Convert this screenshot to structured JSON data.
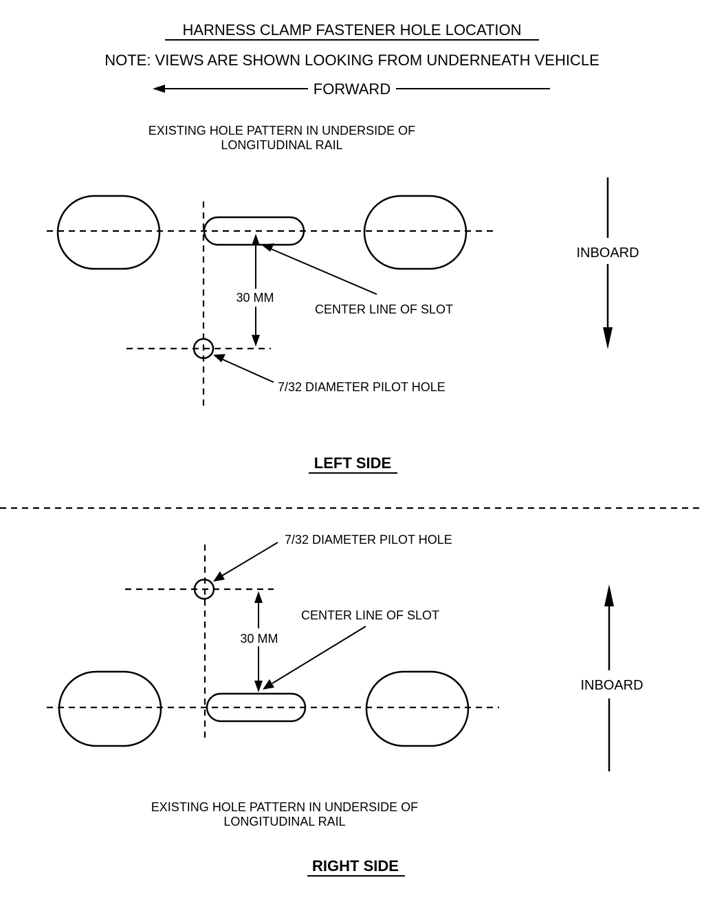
{
  "header": {
    "title": "HARNESS CLAMP FASTENER HOLE LOCATION",
    "note": "NOTE: VIEWS ARE SHOWN LOOKING FROM UNDERNEATH VEHICLE",
    "forward_label": "FORWARD"
  },
  "left_view": {
    "existing_line1": "EXISTING HOLE PATTERN IN UNDERSIDE OF",
    "existing_line2": "LONGITUDINAL RAIL",
    "dimension": "30 MM",
    "slot_label": "CENTER LINE OF SLOT",
    "pilot_label": "7/32 DIAMETER PILOT HOLE",
    "inboard_label": "INBOARD",
    "caption": "LEFT SIDE"
  },
  "right_view": {
    "pilot_label": "7/32 DIAMETER PILOT HOLE",
    "slot_label": "CENTER LINE OF SLOT",
    "dimension": "30 MM",
    "inboard_label": "INBOARD",
    "existing_line1": "EXISTING HOLE PATTERN IN UNDERSIDE OF",
    "existing_line2": "LONGITUDINAL RAIL",
    "caption": "RIGHT SIDE"
  }
}
